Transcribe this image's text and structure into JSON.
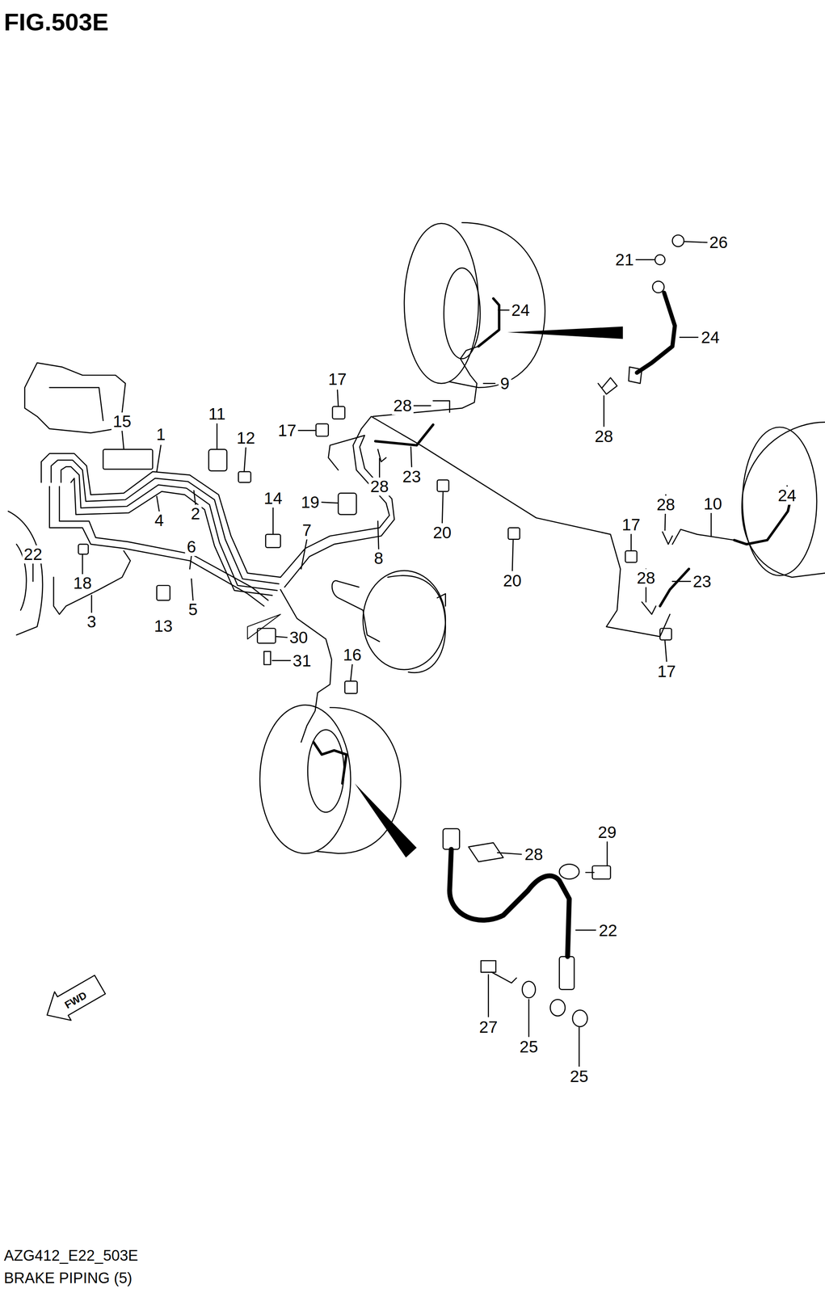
{
  "diagram": {
    "title": "FIG.503E",
    "caption": "BRAKE PIPING (5)",
    "labels": [
      "1",
      "2",
      "3",
      "4",
      "5",
      "6",
      "7",
      "8",
      "9",
      "10",
      "11",
      "12",
      "13",
      "14",
      "15",
      "16",
      "17",
      "17",
      "17",
      "17",
      "18",
      "19",
      "20",
      "20",
      "21",
      "22",
      "22",
      "23",
      "23",
      "24",
      "24",
      "24",
      "25",
      "25",
      "26",
      "27",
      "28",
      "28",
      "28",
      "28",
      "28",
      "28",
      "29",
      "30",
      "31",
      "FWD",
      "AZG412_E22_503E"
    ]
  }
}
